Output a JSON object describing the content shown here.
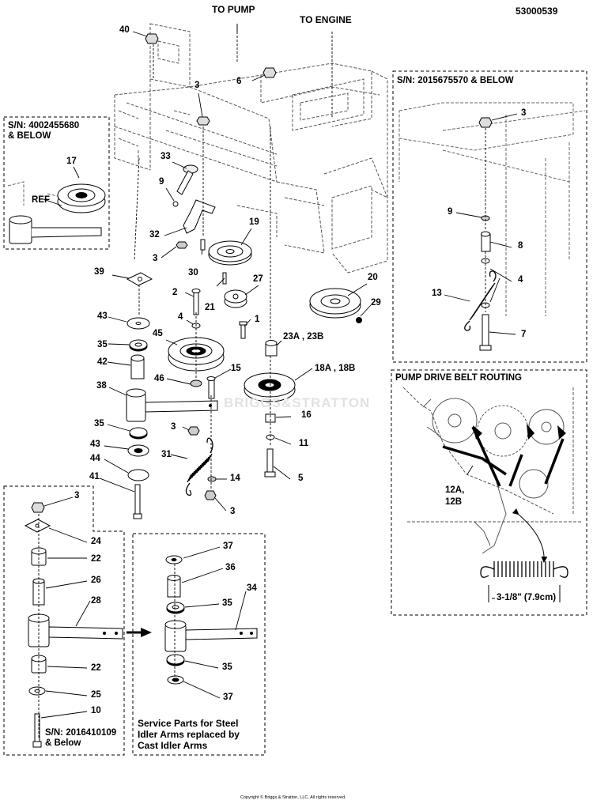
{
  "doc_number": "53000539",
  "top_labels": {
    "to_pump": "TO PUMP",
    "to_engine": "TO ENGINE"
  },
  "insets": {
    "serial_left": {
      "line1": "S/N: 4002455680",
      "line2": "& BELOW",
      "ref": "REF"
    },
    "serial_right": {
      "title": "S/N: 2015675570 & BELOW"
    },
    "pump_routing": {
      "title": "PUMP DRIVE BELT ROUTING",
      "belt_line1": "12A,",
      "belt_line2": "12B",
      "spring_length": "3-1/8\" (7.9cm)"
    },
    "steel_arm": {
      "sn_line1": "S/N: 2016410109",
      "sn_line2": "& Below"
    },
    "service": {
      "line1": "Service Parts for Steel",
      "line2": "Idler Arms replaced by",
      "line3": "Cast Idler Arms"
    }
  },
  "watermark": "BRIGGS&STRATTON",
  "copyright": "Copyright © Briggs & Stratton, LLC. All rights reserved.",
  "callouts": {
    "c40": "40",
    "c3a": "3",
    "c6": "6",
    "c33": "33",
    "c9a": "9",
    "c32": "32",
    "c3b": "3",
    "c30": "30",
    "c19": "19",
    "c27": "27",
    "c21": "21",
    "c2": "2",
    "c4a": "4",
    "c1": "1",
    "c20": "20",
    "c29": "29",
    "c39": "39",
    "c43a": "43",
    "c45": "45",
    "c35a": "35",
    "c42": "42",
    "c46": "46",
    "c15": "15",
    "c23": "23A , 23B",
    "c18": "18A , 18B",
    "c38": "38",
    "c16": "16",
    "c11": "11",
    "c3c": "3",
    "c35b": "35",
    "c43b": "43",
    "c44": "44",
    "c31": "31",
    "c14": "14",
    "c5": "5",
    "c41": "41",
    "c3d": "3",
    "c17": "17",
    "r3": "3",
    "r9": "9",
    "r8": "8",
    "r4": "4",
    "r13": "13",
    "r7": "7",
    "s3": "3",
    "s24": "24",
    "s22a": "22",
    "s26": "26",
    "s28": "28",
    "s22b": "22",
    "s25": "25",
    "s10": "10",
    "t37a": "37",
    "t36": "36",
    "t35a": "35",
    "t34": "34",
    "t35b": "35",
    "t37b": "37"
  }
}
